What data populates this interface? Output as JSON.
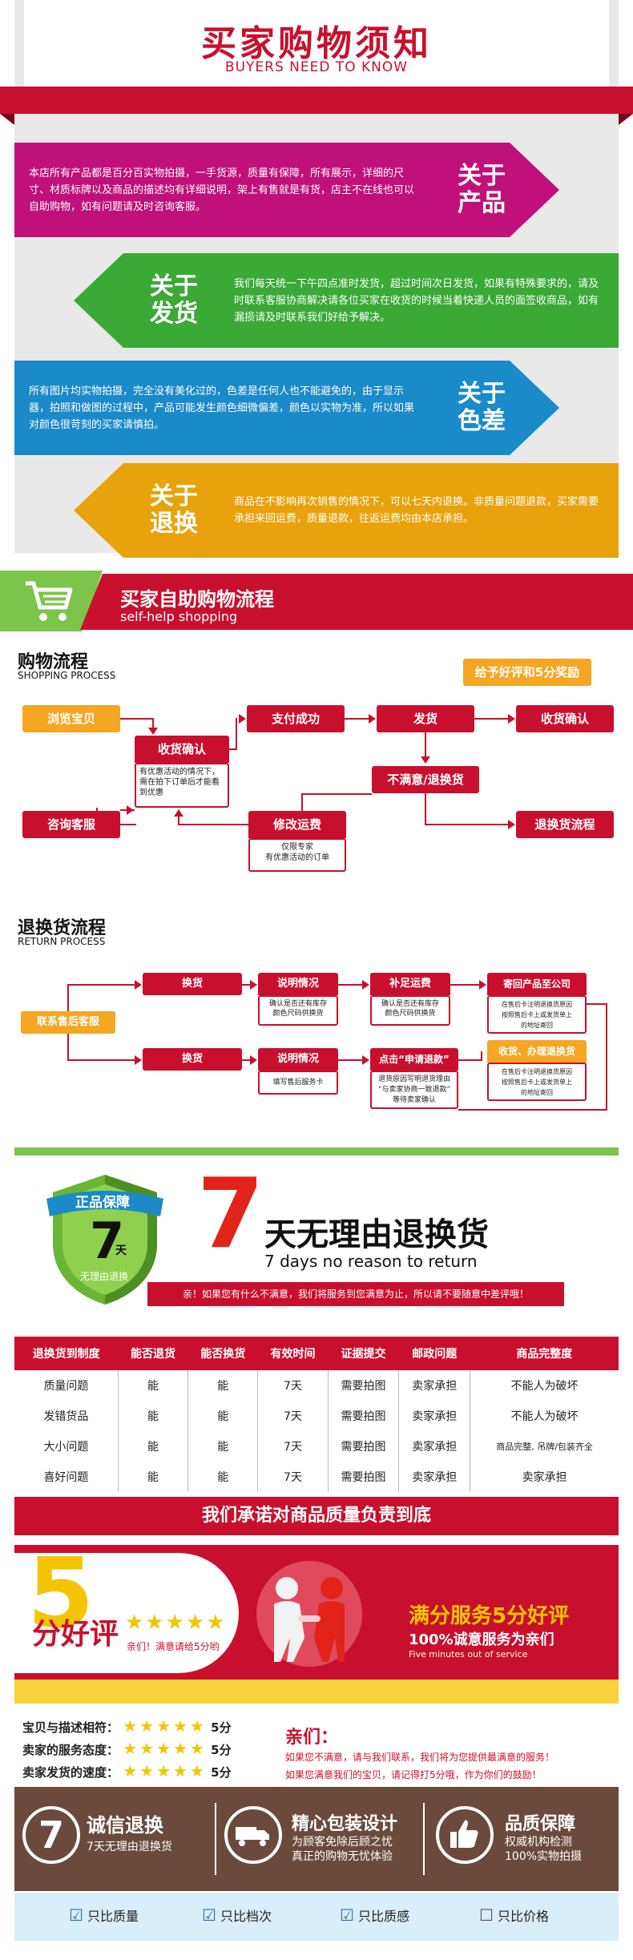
{
  "notice": {
    "title": "买家购物须知",
    "subtitle": "BUYERS NEED TO KNOW",
    "items": [
      {
        "head": "关于\n产品",
        "text": "本店所有产品都是百分百实物拍摄，一手货源，质量有保障，所有展示，详细的尺寸、材质标牌以及商品的描述均有详细说明，架上有售就是有货，店主不在线也可以自助购物，如有问题请及时咨询客服。",
        "color": "#c0107a"
      },
      {
        "head": "关于\n发货",
        "text": "我们每天统一下午四点准时发货，超过时间次日发货，如果有特殊要求的，请及时联系客服协商解决请各位买家在收货的时候当着快递人员的面签收商品，如有漏损请及时联系我们好给予解决。",
        "color": "#3aa935"
      },
      {
        "head": "关于\n色差",
        "text": "所有图片均实物拍摄，完全没有美化过的，色差是任何人也不能避免的，由于显示器，拍照和做图的过程中，产品可能发生颜色细微偏差，颜色以实物为准，所以如果对颜色很苛刻的买家请慎拍。",
        "color": "#1a8ac8"
      },
      {
        "head": "关于\n退换",
        "text": "商品在不影响再次销售的情况下，可以七天内退换。非质量问题退款，买家需要承担来回运费，质量退款，往返运费均由本店承担。",
        "color": "#e8a20c"
      }
    ]
  },
  "selfhelp": {
    "title": "买家自助购物流程",
    "subtitle": "self-help shopping"
  },
  "shopping": {
    "title": "购物流程",
    "subtitle": "SHOPPING PROCESS",
    "reward": "给予好评和5分奖励",
    "browse": "浏览宝贝",
    "collect": "收货确认",
    "collect_note": "有优惠活动的情况下，需在拍下订单后才能看到优惠",
    "paid": "支付成功",
    "ship": "发货",
    "receive": "收货确认",
    "unhappy": "不满意/退换货",
    "consult": "咨询客服",
    "modify": "修改运费",
    "modify_note": "仅限专家\n有优惠活动的订单",
    "return_flow": "退换货流程"
  },
  "returns": {
    "title": "退换货流程",
    "subtitle": "RETURN PROCESS",
    "contact": "联系售后客服",
    "exchange": "换货",
    "refund": "换货",
    "explain1": "说明情况",
    "explain1_note": "确认是否还有库存\n颜色尺码供换货",
    "explain2": "说明情况",
    "explain2_note": "填写售后服务卡",
    "freight": "补足运费",
    "freight_note": "确认是否还有库存\n颜色尺码供换货",
    "apply": "点击“申请退款”",
    "apply_note": "退货原因写明退货理由\n“与卖家协商一致退款”\n等待卖家确认",
    "send": "寄回产品至公司",
    "send_note": "在售后卡注明退换货原因\n按照售后卡上或发货单上\n的地址寄回",
    "handle": "收货、办理退换货",
    "handle_note": "在售后卡注明退换货原因\n按照售后卡上或发货单上\n的地址寄回"
  },
  "guarantee": {
    "shield_top": "正品保障",
    "shield_num": "7",
    "shield_day": "天",
    "shield_sub": "无理由退换",
    "big_num": "7",
    "big_text": "天无理由退换货",
    "big_sub": "7 days no reason to return",
    "promise": "亲！如果您有什么不满意，我们将服务到您满意为止，所以请不要随意中差评哦！"
  },
  "policy": {
    "headers": [
      "退换货到制度",
      "能否退货",
      "能否换货",
      "有效时间",
      "证据提交",
      "邮政问题",
      "商品完整度"
    ],
    "rows": [
      [
        "质量问题",
        "能",
        "能",
        "7天",
        "需要拍图",
        "卖家承担",
        "不能人为破坏"
      ],
      [
        "发错货品",
        "能",
        "能",
        "7天",
        "需要拍图",
        "卖家承担",
        "不能人为破坏"
      ],
      [
        "大小问题",
        "能",
        "能",
        "7天",
        "需要拍图",
        "卖家承担",
        "商品完整, 吊牌/包装齐全"
      ],
      [
        "喜好问题",
        "能",
        "能",
        "7天",
        "需要拍图",
        "卖家承担",
        "卖家承担"
      ]
    ]
  },
  "commit": "我们承诺对商品质量负责到底",
  "rating": {
    "num": "5",
    "label": "分好评",
    "stars": "★★★★★",
    "small": "亲们！满意请给5分哟",
    "slogan": "满分服务5分好评",
    "slogan2": "100%诚意服务为亲们",
    "slogan3": "Five minutes out of service",
    "lines": [
      {
        "label": "宝贝与描述相符：",
        "stars": "★★★★★",
        "score": "5分"
      },
      {
        "label": "卖家的服务态度：",
        "stars": "★★★★★",
        "score": "5分"
      },
      {
        "label": "卖家发货的速度：",
        "stars": "★★★★★",
        "score": "5分"
      }
    ],
    "dear": "亲们：",
    "msg1": "如果您不满意，请与我们联系，我们将为您提供最满意的服务！",
    "msg2": "如果您满意我们的宝贝，请记得打5分哦，作为你们的鼓励！"
  },
  "features": [
    {
      "icon": "7",
      "title": "诚信退换",
      "sub": "7天无理由退换货"
    },
    {
      "icon": "truck",
      "title": "精心包装设计",
      "sub": "为顾客免除后顾之忧\n真正的购物无忧体验"
    },
    {
      "icon": "thumb",
      "title": "品质保障",
      "sub": "权威机构检测\n100%实物拍摄"
    }
  ],
  "checks": [
    {
      "mark": "☑",
      "label": "只比质量"
    },
    {
      "mark": "☑",
      "label": "只比档次"
    },
    {
      "mark": "☑",
      "label": "只比质感"
    },
    {
      "mark": "☐",
      "label": "只比价格"
    }
  ]
}
